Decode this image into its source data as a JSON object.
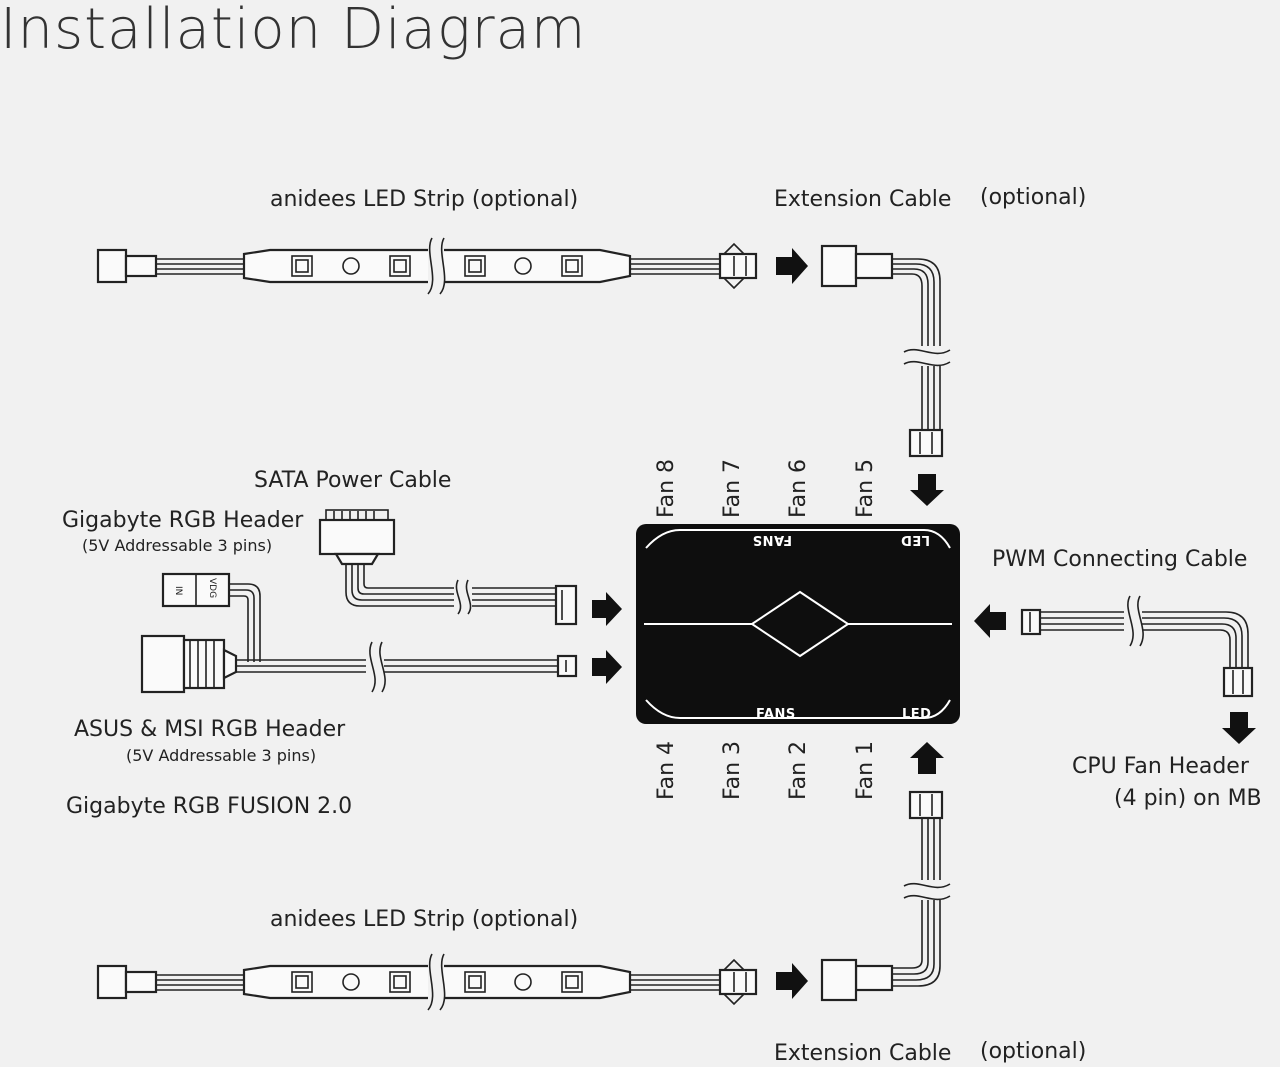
{
  "title": "Installation Diagram",
  "labels": {
    "led_strip_top": "anidees LED Strip (optional)",
    "ext_cable_top": "Extension Cable",
    "ext_cable_top_opt": "(optional)",
    "sata": "SATA Power Cable",
    "gigabyte_header": "Gigabyte RGB Header",
    "gigabyte_header_sub": "(5V Addressable 3 pins)",
    "asus_msi_header": "ASUS & MSI RGB Header",
    "asus_msi_header_sub": "(5V Addressable 3 pins)",
    "fusion": "Gigabyte RGB FUSION 2.0",
    "pwm_cable": "PWM Connecting Cable",
    "cpu_fan_header": "CPU Fan Header",
    "cpu_fan_header_sub": "(4 pin) on MB",
    "led_strip_bottom": "anidees LED Strip (optional)",
    "ext_cable_bottom": "Extension Cable",
    "ext_cable_bottom_opt": "(optional)"
  },
  "fans_top": [
    "Fan 8",
    "Fan 7",
    "Fan 6",
    "Fan 5"
  ],
  "fans_bottom": [
    "Fan 4",
    "Fan 3",
    "Fan 2",
    "Fan 1"
  ],
  "hub": {
    "top_fans": "FANS",
    "top_led": "LED",
    "bottom_fans": "FANS",
    "bottom_led": "LED"
  },
  "vdg_connector": {
    "pin_in": "IN",
    "pin_vdg": "VDG"
  }
}
